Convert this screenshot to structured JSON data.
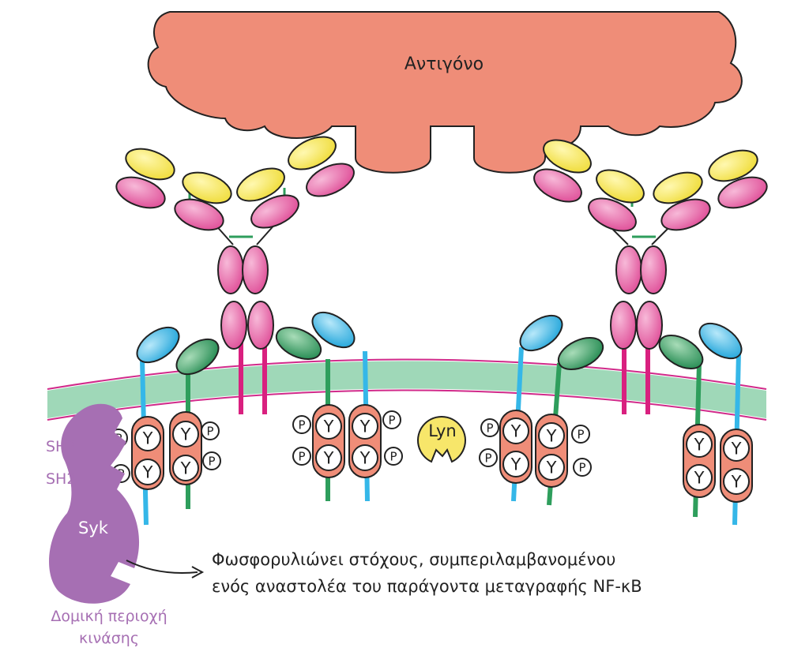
{
  "labels": {
    "antigen": "Αντιγόνο",
    "lyn": "Lyn",
    "syk": "Syk",
    "sh2_top": "SH2",
    "sh2_bottom": "SH2",
    "kinase_domain_line1": "Δομική περιοχή",
    "kinase_domain_line2": "κινάσης",
    "result_line1": "Φωσφορυλιώνει στόχους, συμπεριλαμβανομένου",
    "result_line2": "ενός αναστολέα του παράγοντα μεταγραφής NF-κB"
  },
  "glyphs": {
    "phospho": "P",
    "tyrosine": "Y"
  },
  "colors": {
    "antigen": "#ef8d78",
    "membrane": "#9fd8b8",
    "membrane_edge": "#d12a8a",
    "heavy_chain": "#e8559e",
    "light_chain": "#f2e55a",
    "ig_alpha": "#35b7e8",
    "ig_beta": "#2e9e5c",
    "itam": "#ef8d78",
    "lyn": "#f7e66a",
    "syk": "#a66fb3",
    "syk_text": "#a66fb3"
  }
}
